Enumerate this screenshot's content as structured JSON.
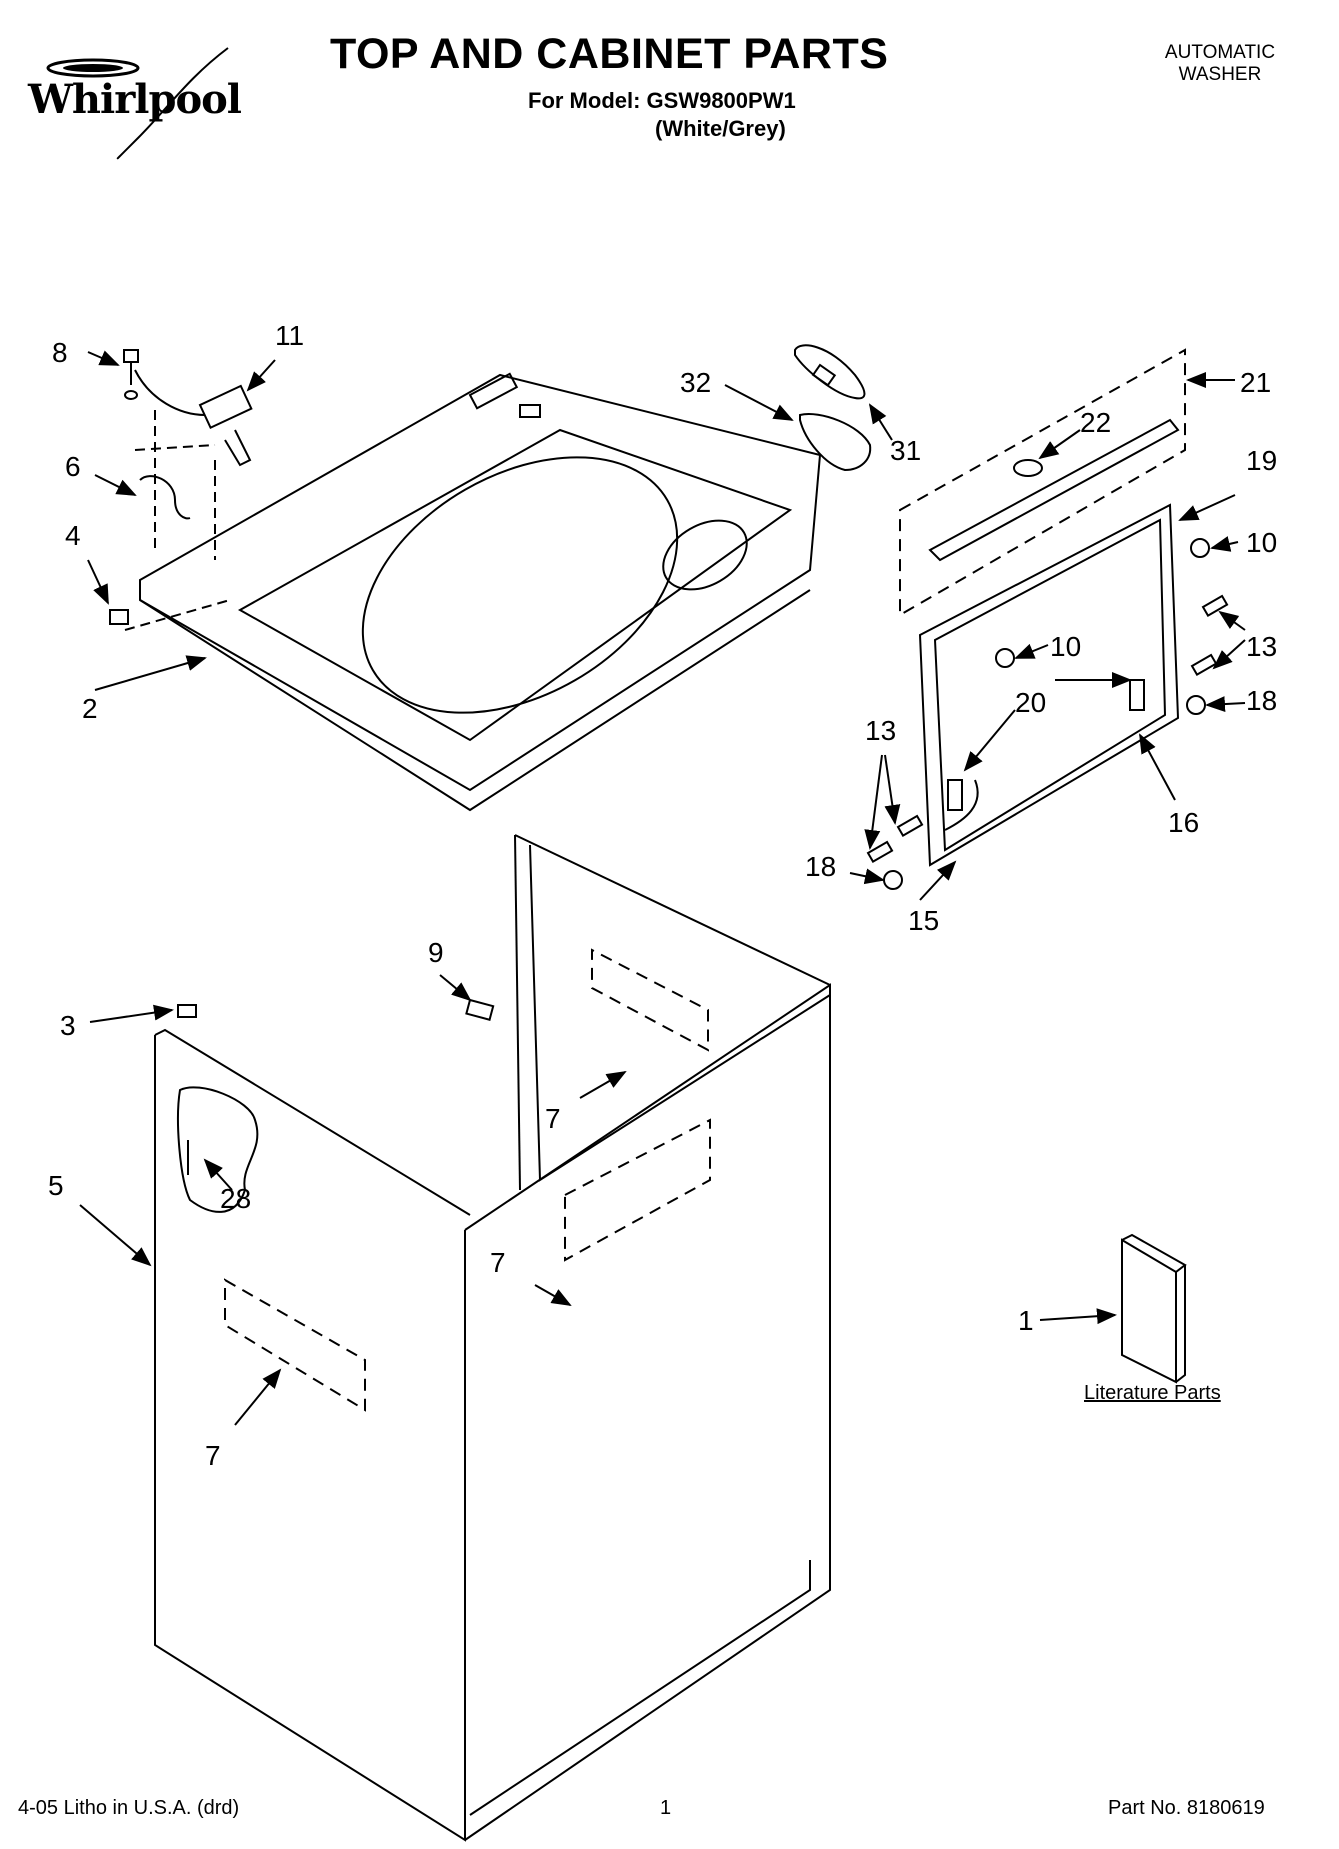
{
  "header": {
    "brand": "Whirlpool",
    "title": "TOP AND CABINET PARTS",
    "model_line": "For Model: GSW9800PW1",
    "color_line": "(White/Grey)",
    "category_line1": "AUTOMATIC",
    "category_line2": "WASHER"
  },
  "literature_label": "Literature Parts",
  "footer": {
    "litho": "4-05 Litho in U.S.A. (drd)",
    "page": "1",
    "part_no": "Part No. 8180619"
  },
  "callouts": [
    "8",
    "11",
    "32",
    "21",
    "31",
    "22",
    "6",
    "19",
    "4",
    "10",
    "2",
    "10",
    "13",
    "20",
    "18",
    "13",
    "16",
    "18",
    "15",
    "9",
    "3",
    "7",
    "5",
    "28",
    "7",
    "1",
    "7"
  ]
}
